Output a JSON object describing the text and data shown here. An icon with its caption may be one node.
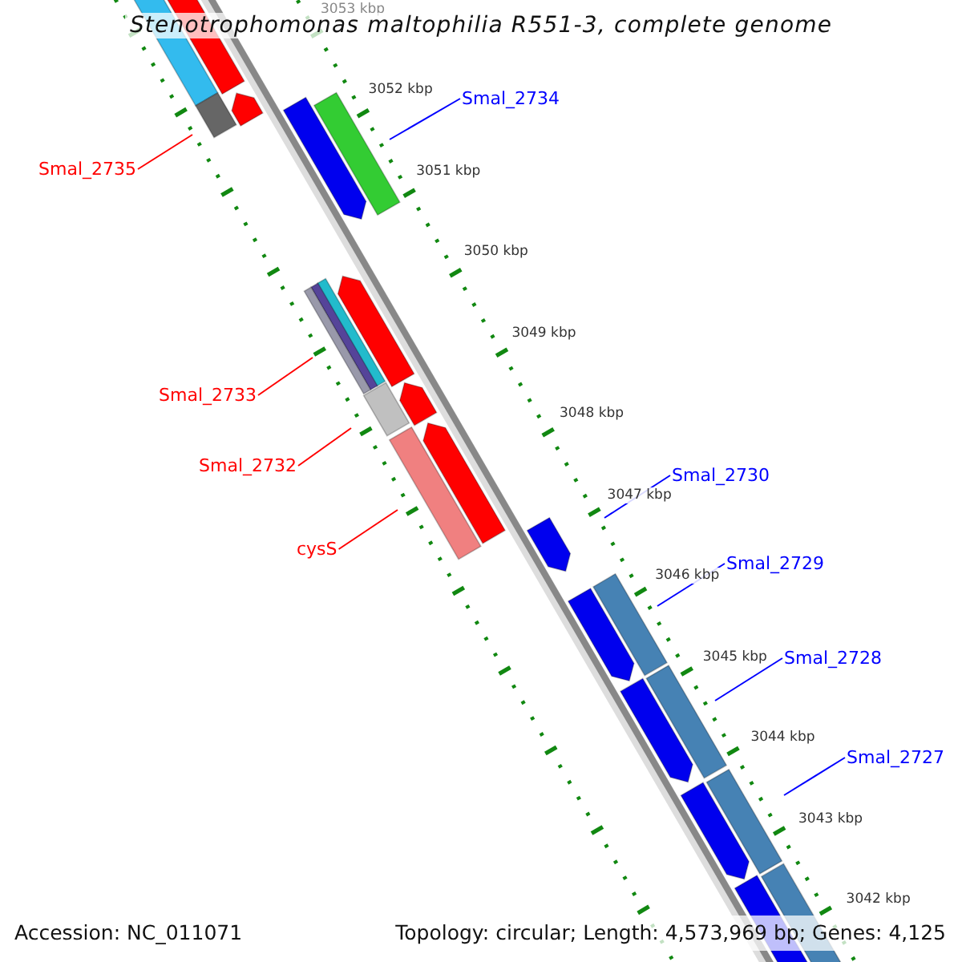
{
  "diagram": {
    "title": "Stenotrophomonas maltophilia R551-3, complete genome",
    "nodes": [
      {
        "text": [
          "Smal_2735"
        ]
      },
      {
        "text": [
          "Smal_2734"
        ]
      },
      {
        "text": [
          "Smal_2733"
        ]
      },
      {
        "text": [
          "Smal_2732"
        ]
      },
      {
        "text": [
          "cysS"
        ]
      },
      {
        "text": [
          "Smal_2730"
        ]
      },
      {
        "text": [
          "Smal_2729"
        ]
      },
      {
        "text": [
          "Smal_2728"
        ]
      },
      {
        "text": [
          "Smal_2727"
        ]
      }
    ],
    "edges": [
      {
        "from": 0,
        "to": null,
        "arrow": "none",
        "color": "#ff0000"
      },
      {
        "from": 1,
        "to": null,
        "arrow": "none"
      },
      {
        "from": 2,
        "to": null,
        "arrow": "none",
        "color": "#ff0000"
      },
      {
        "from": 3,
        "to": null,
        "arrow": "none",
        "color": "#ff0000"
      },
      {
        "from": 4,
        "to": null,
        "arrow": "none",
        "color": "#ff0000"
      },
      {
        "from": 5,
        "to": null,
        "arrow": "none"
      },
      {
        "from": 6,
        "to": null,
        "arrow": "none"
      },
      {
        "from": 7,
        "to": null,
        "arrow": "none"
      },
      {
        "from": 8,
        "to": null,
        "arrow": "none"
      }
    ],
    "labels": [
      "3053 kbp",
      "3052 kbp",
      "3051 kbp",
      "3050 kbp",
      "3049 kbp",
      "3048 kbp",
      "3047 kbp",
      "3046 kbp",
      "3045 kbp",
      "3044 kbp",
      "3043 kbp",
      "3042 kbp",
      "Accession: NC_011071",
      "Topology: circular; Length: 4,573,969 bp; Genes: 4,125"
    ]
  }
}
